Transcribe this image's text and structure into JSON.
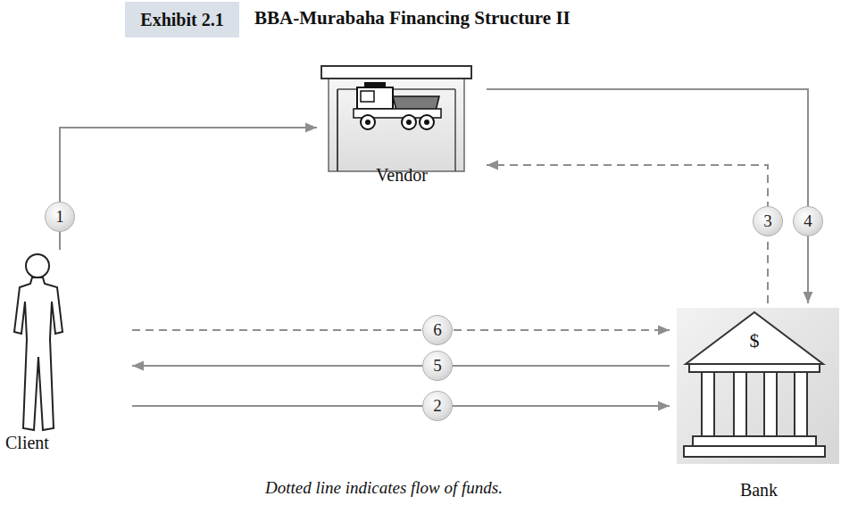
{
  "diagram": {
    "title": "BBA-Murabaha Financing Structure II",
    "caption": "Dotted line indicates flow of funds.",
    "nodes": [
      {
        "text": [
          "Vendor"
        ]
      },
      {
        "text": [
          "Client"
        ]
      },
      {
        "text": [
          "Bank"
        ]
      }
    ],
    "edges": [
      {
        "from": 1,
        "to": 0,
        "arrow": "to",
        "label": "1"
      },
      {
        "from": 1,
        "to": 2,
        "arrow": "to",
        "label": "2"
      },
      {
        "from": 2,
        "to": 0,
        "arrow": "to",
        "label": "3"
      },
      {
        "from": 0,
        "to": 2,
        "arrow": "to",
        "label": "4"
      },
      {
        "from": 2,
        "to": 1,
        "arrow": "to",
        "label": "5"
      },
      {
        "from": 1,
        "to": 2,
        "arrow": "to",
        "label": "6"
      }
    ],
    "labels": [
      "Exhibit 2.1",
      "$"
    ]
  }
}
